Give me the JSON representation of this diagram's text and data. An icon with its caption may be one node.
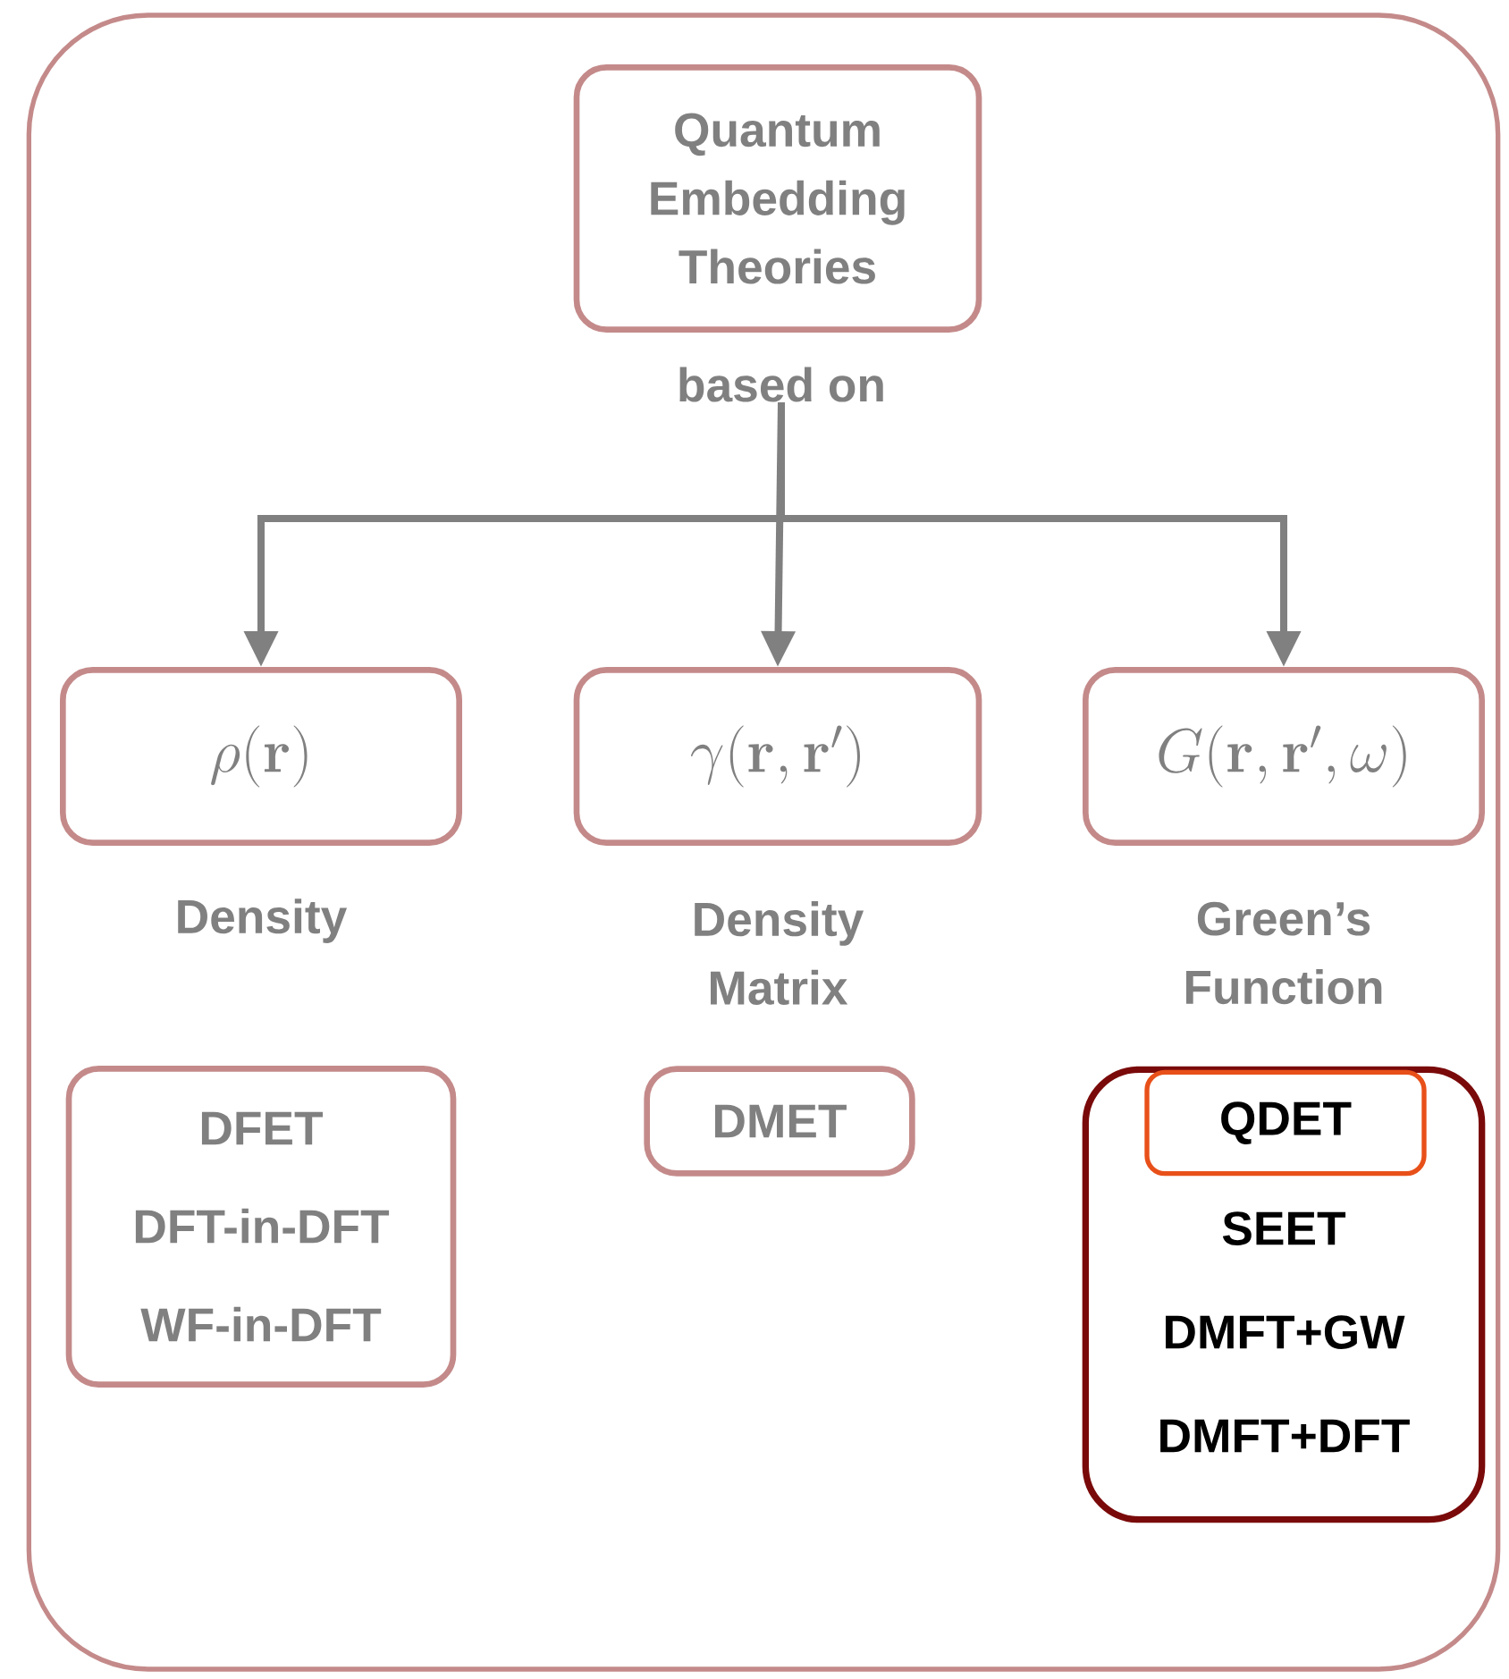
{
  "diagram": {
    "nodes": [
      {
        "text": [],
        "shape": "box"
      },
      {
        "text": [
          "Quantum Embedding Theories"
        ],
        "in": 0
      },
      {
        "text": [
          "based on"
        ],
        "in": 0
      },
      {
        "text": [
          "\\rho(\\mathbf{r})"
        ],
        "beside": [
          "Density"
        ],
        "in": 0
      },
      {
        "text": [
          "\\gamma(\\mathbf{r},\\mathbf{r}')"
        ],
        "beside": [
          "Density Matrix"
        ],
        "in": 0
      },
      {
        "text": [
          "G(\\mathbf{r},\\mathbf{r}',\\omega)"
        ],
        "beside": [
          "Green’s Function"
        ],
        "in": 0
      },
      {
        "text": [
          "DFET",
          "DFT-in-DFT",
          "WF-in-DFT"
        ],
        "in": 0
      },
      {
        "text": [
          "DMET"
        ],
        "in": 0
      },
      {
        "text": [
          "SEET",
          "DMFT+GW",
          "DMFT+DFT"
        ],
        "in": 0
      },
      {
        "text": [
          "QDET"
        ],
        "in": 8
      }
    ],
    "edges": [
      {
        "from": 2,
        "to": 3,
        "arrow": "to"
      },
      {
        "from": 2,
        "to": 4,
        "arrow": "to"
      },
      {
        "from": 2,
        "to": 5,
        "arrow": "to"
      }
    ]
  }
}
